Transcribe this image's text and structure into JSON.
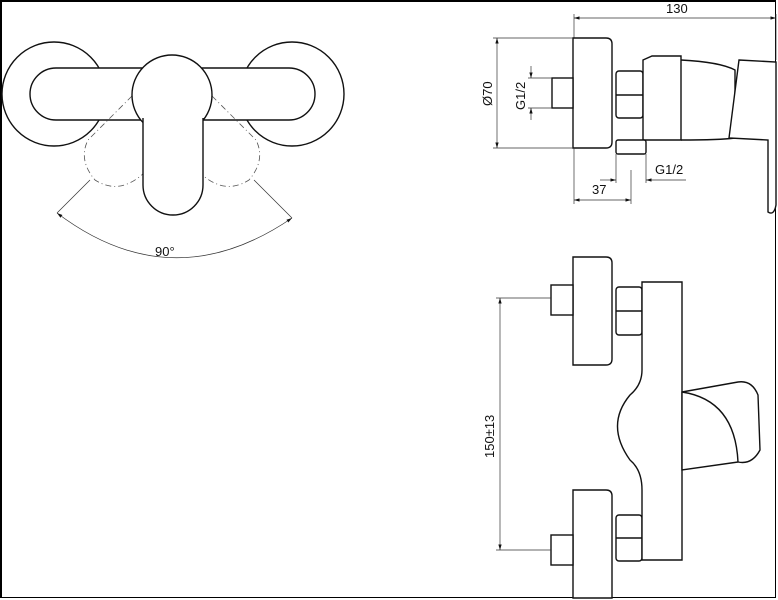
{
  "drawing": {
    "top_view": {
      "angle_label": "90°"
    },
    "side_view": {
      "overall_length_label": "130",
      "rosette_diameter_label": "Ø70",
      "inlet_thread_label": "G1/2",
      "outlet_thread_label": "G1/2",
      "outlet_offset_label": "37"
    },
    "front_view": {
      "inlet_spacing_label": "150±13"
    }
  }
}
